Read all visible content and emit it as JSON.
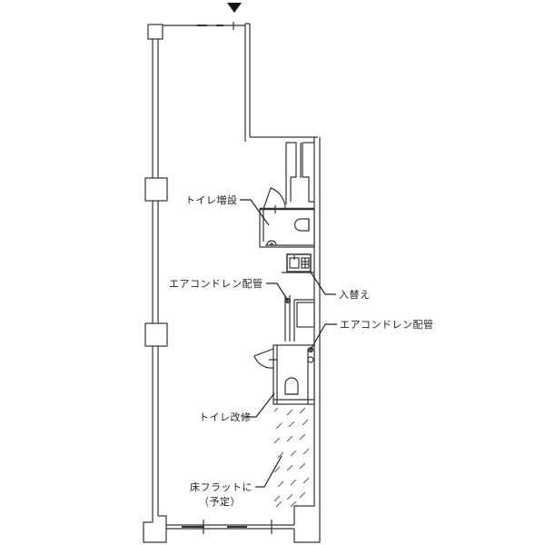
{
  "plan": {
    "entrance_marker": "triangle-down",
    "colors": {
      "wall": "#333333",
      "hatch": "#444444",
      "background": "#ffffff"
    },
    "labels": {
      "toilet_add": "トイレ増設",
      "aircon_drain_left": "エアコンドレン配管",
      "replace": "入替え",
      "aircon_drain_right": "エアコンドレン配管",
      "toilet_renovate": "トイレ改修",
      "floor_flat_line1": "床フラットに",
      "floor_flat_line2": "（予定）"
    }
  }
}
